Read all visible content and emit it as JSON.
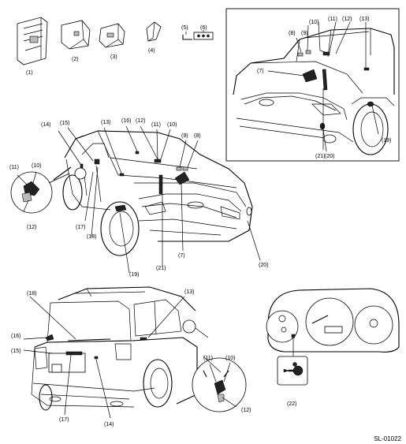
{
  "diagram_code": "SL-01022",
  "parts": [
    {
      "id": "p1",
      "number": "(1)"
    },
    {
      "id": "p2",
      "number": "(2)"
    },
    {
      "id": "p3",
      "number": "(3)"
    },
    {
      "id": "p4",
      "number": "(4)"
    },
    {
      "id": "p5",
      "number": "(5)"
    },
    {
      "id": "p6",
      "number": "(6)"
    }
  ],
  "callouts": {
    "n7": "(7)",
    "n8": "(8)",
    "n9": "(9)",
    "n10": "(10)",
    "n11": "(11)",
    "n12": "(12)",
    "n13": "(13)",
    "n14": "(14)",
    "n15": "(15)",
    "n16": "(16)",
    "n17": "(17)",
    "n18": "(18)",
    "n19": "(19)",
    "n20": "(20)",
    "n21": "(21)",
    "n22": "(22)"
  }
}
